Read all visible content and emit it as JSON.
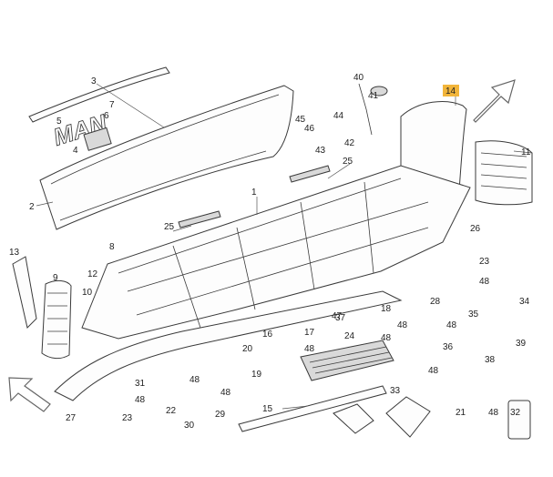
{
  "diagram": {
    "highlight_color": "#f2b53a",
    "callouts": [
      {
        "id": "c1",
        "label": "1"
      },
      {
        "id": "c2",
        "label": "2"
      },
      {
        "id": "c3",
        "label": "3"
      },
      {
        "id": "c4",
        "label": "4"
      },
      {
        "id": "c5",
        "label": "5"
      },
      {
        "id": "c6",
        "label": "6"
      },
      {
        "id": "c7",
        "label": "7"
      },
      {
        "id": "c8",
        "label": "8"
      },
      {
        "id": "c9",
        "label": "9"
      },
      {
        "id": "c10",
        "label": "10"
      },
      {
        "id": "c11",
        "label": "11"
      },
      {
        "id": "c12",
        "label": "12"
      },
      {
        "id": "c13",
        "label": "13"
      },
      {
        "id": "c14",
        "label": "14"
      },
      {
        "id": "c15",
        "label": "15"
      },
      {
        "id": "c16",
        "label": "16"
      },
      {
        "id": "c17",
        "label": "17"
      },
      {
        "id": "c18",
        "label": "18"
      },
      {
        "id": "c19",
        "label": "19"
      },
      {
        "id": "c20",
        "label": "20"
      },
      {
        "id": "c21",
        "label": "21"
      },
      {
        "id": "c22",
        "label": "22"
      },
      {
        "id": "c23a",
        "label": "23"
      },
      {
        "id": "c23b",
        "label": "23"
      },
      {
        "id": "c24",
        "label": "24"
      },
      {
        "id": "c25a",
        "label": "25"
      },
      {
        "id": "c25b",
        "label": "25"
      },
      {
        "id": "c26",
        "label": "26"
      },
      {
        "id": "c27",
        "label": "27"
      },
      {
        "id": "c28",
        "label": "28"
      },
      {
        "id": "c29",
        "label": "29"
      },
      {
        "id": "c30",
        "label": "30"
      },
      {
        "id": "c31",
        "label": "31"
      },
      {
        "id": "c32",
        "label": "32"
      },
      {
        "id": "c33",
        "label": "33"
      },
      {
        "id": "c34",
        "label": "34"
      },
      {
        "id": "c35",
        "label": "35"
      },
      {
        "id": "c36",
        "label": "36"
      },
      {
        "id": "c37",
        "label": "37"
      },
      {
        "id": "c38",
        "label": "38"
      },
      {
        "id": "c39",
        "label": "39"
      },
      {
        "id": "c40",
        "label": "40"
      },
      {
        "id": "c41",
        "label": "41"
      },
      {
        "id": "c42",
        "label": "42"
      },
      {
        "id": "c43",
        "label": "43"
      },
      {
        "id": "c44",
        "label": "44"
      },
      {
        "id": "c45",
        "label": "45"
      },
      {
        "id": "c46",
        "label": "46"
      },
      {
        "id": "c47",
        "label": "47"
      },
      {
        "id": "c48a",
        "label": "48"
      },
      {
        "id": "c48b",
        "label": "48"
      },
      {
        "id": "c48c",
        "label": "48"
      },
      {
        "id": "c48d",
        "label": "48"
      },
      {
        "id": "c48e",
        "label": "48"
      },
      {
        "id": "c48f",
        "label": "48"
      },
      {
        "id": "c48g",
        "label": "48"
      },
      {
        "id": "c48h",
        "label": "48"
      },
      {
        "id": "c48i",
        "label": "48"
      },
      {
        "id": "c48j",
        "label": "48"
      }
    ],
    "logo_text": "MAN"
  }
}
